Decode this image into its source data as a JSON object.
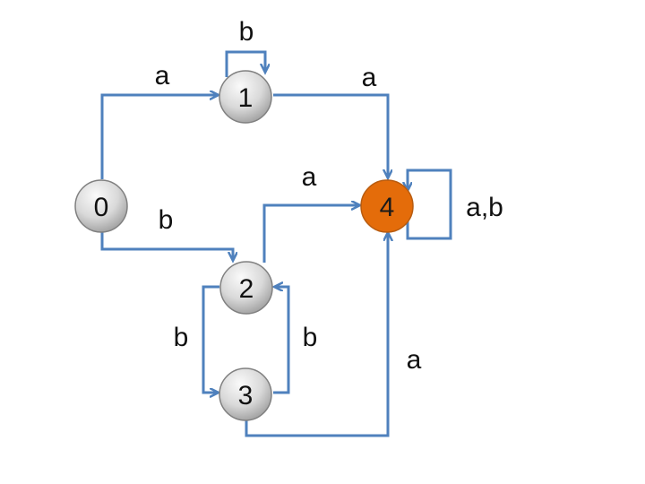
{
  "diagram": {
    "colors": {
      "edge": "#4f81bd",
      "node_fill": "#dcdcdc",
      "node_stroke": "#808080",
      "accept_fill": "#e46c0a",
      "accept_stroke": "#b85c10"
    },
    "states": [
      {
        "id": "0",
        "label": "0",
        "accepting": false
      },
      {
        "id": "1",
        "label": "1",
        "accepting": false
      },
      {
        "id": "2",
        "label": "2",
        "accepting": false
      },
      {
        "id": "3",
        "label": "3",
        "accepting": false
      },
      {
        "id": "4",
        "label": "4",
        "accepting": true
      }
    ],
    "transitions": [
      {
        "from": "0",
        "to": "1",
        "label": "a"
      },
      {
        "from": "0",
        "to": "2",
        "label": "b"
      },
      {
        "from": "1",
        "to": "1",
        "label": "b"
      },
      {
        "from": "1",
        "to": "4",
        "label": "a"
      },
      {
        "from": "2",
        "to": "4",
        "label": "a"
      },
      {
        "from": "2",
        "to": "3",
        "label": "b"
      },
      {
        "from": "3",
        "to": "2",
        "label": "b"
      },
      {
        "from": "3",
        "to": "4",
        "label": "a"
      },
      {
        "from": "4",
        "to": "4",
        "label": "a,b"
      }
    ]
  }
}
